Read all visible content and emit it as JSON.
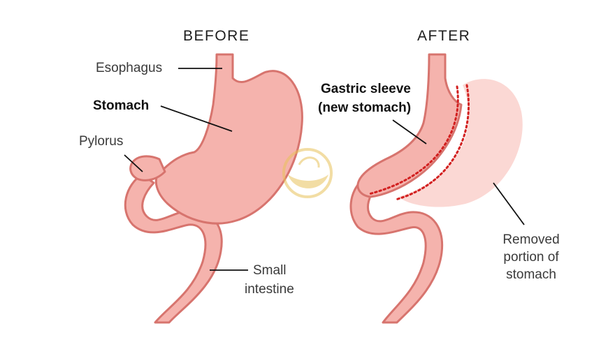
{
  "headers": {
    "before": "BEFORE",
    "after": "AFTER"
  },
  "labels": {
    "esophagus": "Esophagus",
    "stomach": "Stomach",
    "pylorus": "Pylorus",
    "small_intestine_1": "Small",
    "small_intestine_2": "intestine",
    "sleeve_1": "Gastric sleeve",
    "sleeve_2": "(new stomach)",
    "removed_1": "Removed",
    "removed_2": "portion of",
    "removed_3": "stomach"
  },
  "colors": {
    "organ_fill": "#f5b3ad",
    "organ_outline": "#d7746e",
    "removed_fill": "#fbd8d4",
    "cut_line": "#d22020",
    "leader": "#111111",
    "watermark": "#e9c25a"
  }
}
